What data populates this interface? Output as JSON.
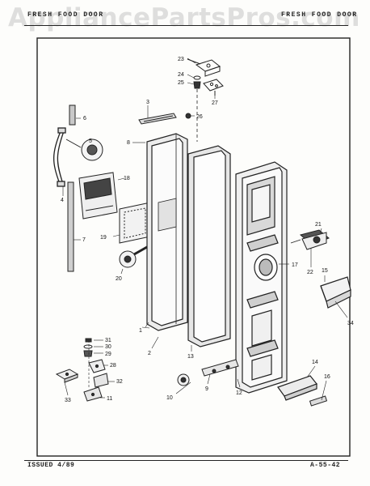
{
  "watermark": "AppliancePartsPros.com",
  "header": {
    "left": "FRESH FOOD DOOR",
    "mid": "",
    "right": "FRESH FOOD DOOR"
  },
  "footer": {
    "issued": "ISSUED 4/89",
    "code": "A-55-42"
  },
  "callouts": {
    "c1": "1",
    "c2": "2",
    "c3": "3",
    "c4": "4",
    "c5": "5",
    "c6": "6",
    "c7": "7",
    "c8": "8",
    "c9": "9",
    "c10": "10",
    "c11": "11",
    "c12": "12",
    "c13": "13",
    "c14": "14",
    "c15": "15",
    "c16": "16",
    "c17": "17",
    "c18": "18",
    "c19": "19",
    "c20": "20",
    "c21": "21",
    "c22": "22",
    "c23": "23",
    "c24": "24",
    "c25": "25",
    "c26": "26",
    "c27": "27",
    "c28": "28",
    "c29": "29",
    "c30": "30",
    "c31": "31",
    "c32": "32",
    "c33": "33",
    "c34": "34"
  }
}
